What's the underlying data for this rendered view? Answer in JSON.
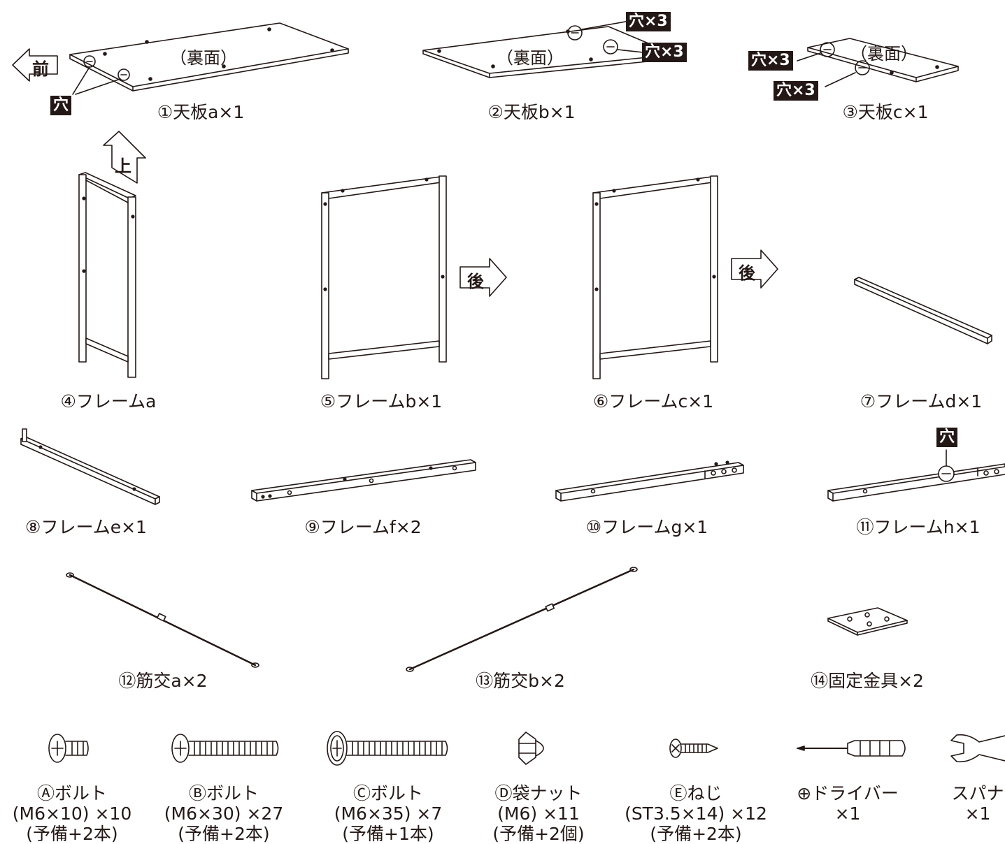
{
  "parts": [
    {
      "id": "top-a",
      "label": "①天板a×1",
      "note": "（裏面）"
    },
    {
      "id": "top-b",
      "label": "②天板b×1",
      "note": "（裏面）"
    },
    {
      "id": "top-c",
      "label": "③天板c×1",
      "note": "（裏面）"
    },
    {
      "id": "frame-a",
      "label": "④フレームa"
    },
    {
      "id": "frame-b",
      "label": "⑤フレームb×1"
    },
    {
      "id": "frame-c",
      "label": "⑥フレームc×1"
    },
    {
      "id": "frame-d",
      "label": "⑦フレームd×1"
    },
    {
      "id": "frame-e",
      "label": "⑧フレームe×1"
    },
    {
      "id": "frame-f",
      "label": "⑨フレームf×2"
    },
    {
      "id": "frame-g",
      "label": "⑩フレームg×1"
    },
    {
      "id": "frame-h",
      "label": "⑪フレームh×1"
    },
    {
      "id": "brace-a",
      "label": "⑫筋交a×2"
    },
    {
      "id": "brace-b",
      "label": "⑬筋交b×2"
    },
    {
      "id": "bracket",
      "label": "⑭固定金具×2"
    }
  ],
  "hardware": [
    {
      "id": "bolt-a",
      "lines": [
        "Ⓐボルト",
        "(M6×10) ×10",
        "(予備+2本)"
      ]
    },
    {
      "id": "bolt-b",
      "lines": [
        "Ⓑボルト",
        "(M6×30) ×27",
        "(予備+2本)"
      ]
    },
    {
      "id": "bolt-c",
      "lines": [
        "Ⓒボルト",
        "(M6×35) ×7",
        "(予備+1本)"
      ]
    },
    {
      "id": "nut-d",
      "lines": [
        "Ⓓ袋ナット",
        "(M6) ×11",
        "(予備+2個)"
      ]
    },
    {
      "id": "screw-e",
      "lines": [
        "Ⓔねじ",
        "(ST3.5×14) ×12",
        "(予備+2本)"
      ]
    },
    {
      "id": "screwdriver",
      "lines": [
        "⊕ドライバー",
        "×1"
      ]
    },
    {
      "id": "spanner",
      "lines": [
        "スパナ",
        "×1"
      ]
    }
  ],
  "badges": {
    "hole": "穴",
    "hole_x3": "穴×3"
  },
  "arrows": {
    "front": "前",
    "up": "上",
    "back": "後"
  },
  "icons": [
    "front-arrow-icon",
    "up-arrow-icon",
    "back-arrow-icon",
    "bolt-icon",
    "nut-icon",
    "screw-icon",
    "screwdriver-icon",
    "spanner-icon"
  ]
}
